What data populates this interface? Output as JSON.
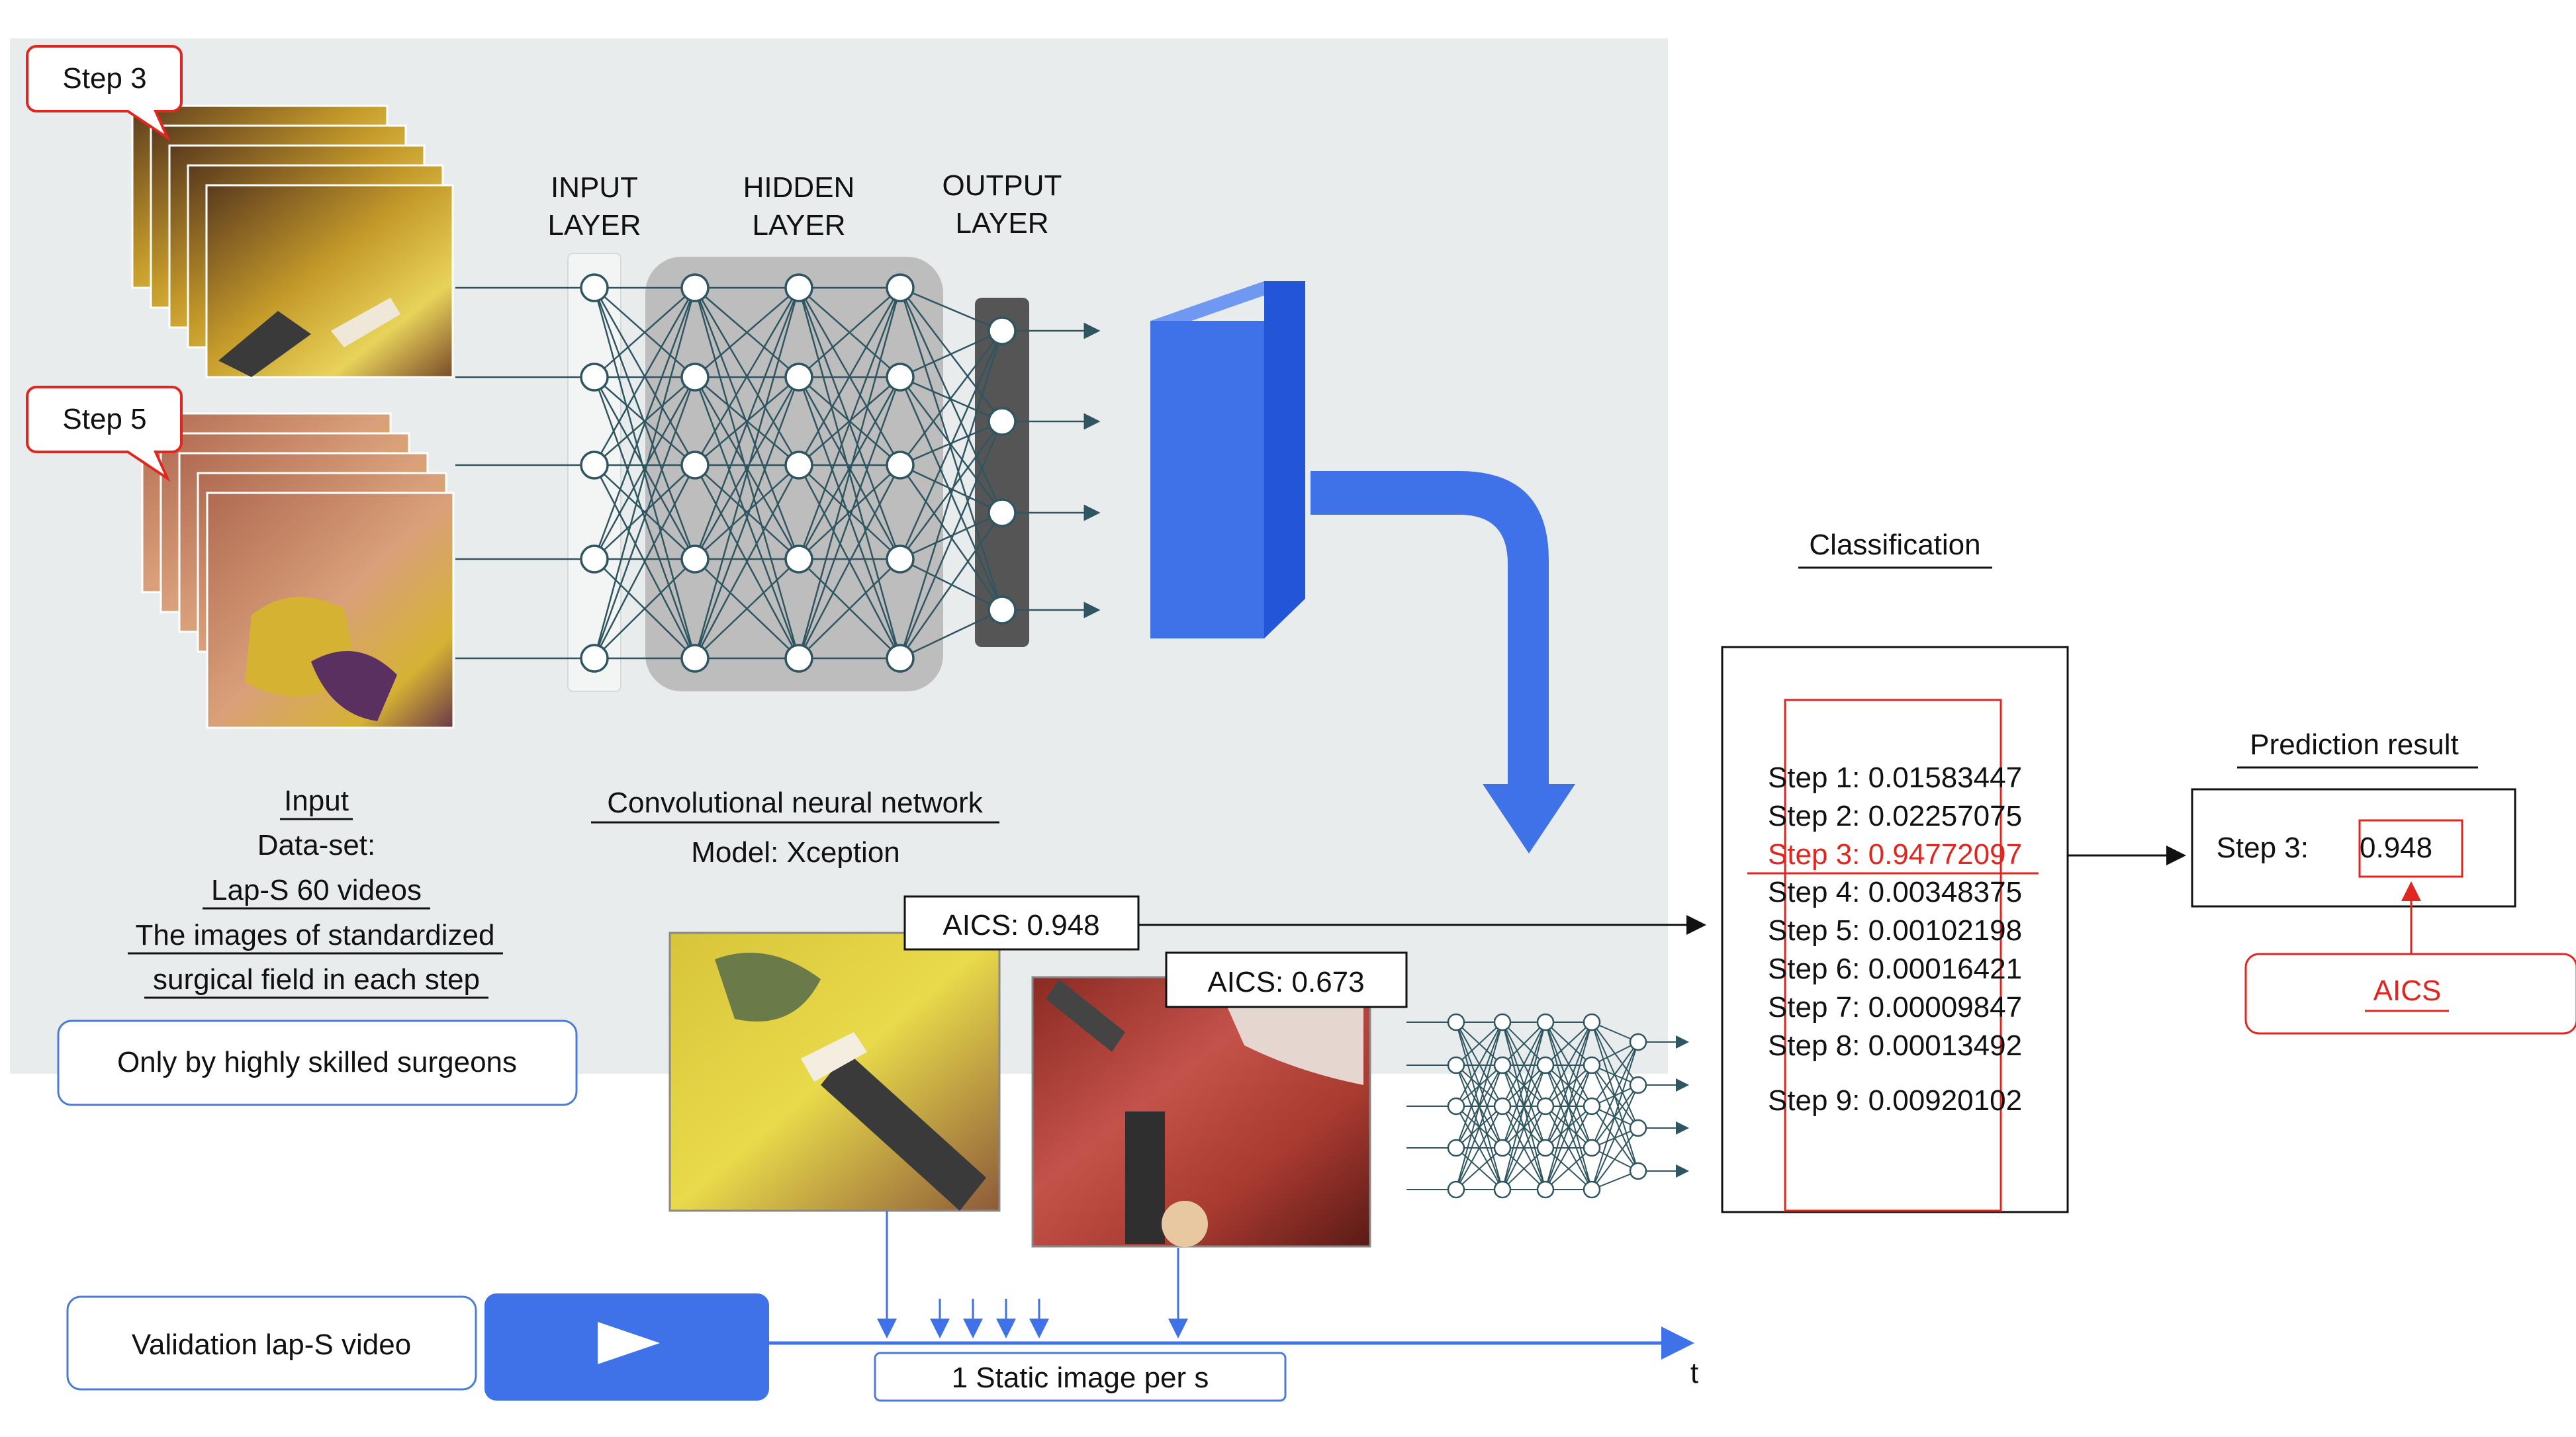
{
  "callouts": {
    "step3": "Step 3",
    "step5": "Step 5"
  },
  "layers": {
    "input": [
      "INPUT",
      "LAYER"
    ],
    "hidden": [
      "HIDDEN",
      "LAYER"
    ],
    "output": [
      "OUTPUT",
      "LAYER"
    ]
  },
  "input_block": {
    "title": "Input",
    "lines": [
      "Data-set:",
      "Lap-S 60 videos",
      "The images of standardized",
      "surgical field in each step"
    ],
    "note": "Only by highly skilled surgeons"
  },
  "cnn": {
    "title": "Convolutional neural network",
    "model": "Model: Xception"
  },
  "aics_labels": {
    "first": "AICS: 0.948",
    "second": "AICS: 0.673"
  },
  "classification": {
    "title": "Classification",
    "rows": [
      "Step 1: 0.01583447",
      "Step 2: 0.02257075",
      "Step 3: 0.94772097",
      "Step 4: 0.00348375",
      "Step 5: 0.00102198",
      "Step 6: 0.00016421",
      "Step 7: 0.00009847",
      "Step 8: 0.00013492",
      "Step 9: 0.00920102"
    ],
    "highlight_index": 2
  },
  "prediction": {
    "title": "Prediction result",
    "label": "Step 3:",
    "value": "0.948",
    "aics": "AICS"
  },
  "timeline": {
    "video_label": "Validation lap-S video",
    "static_label": "1 Static image per s",
    "axis_label": "t"
  },
  "colors": {
    "panel_bg": "#e9eced",
    "blue": "#3f72e8",
    "blue_dark": "#2355d8",
    "red": "#e0261f",
    "network_line": "#2f5660",
    "box_border": "#4a7bd9"
  }
}
